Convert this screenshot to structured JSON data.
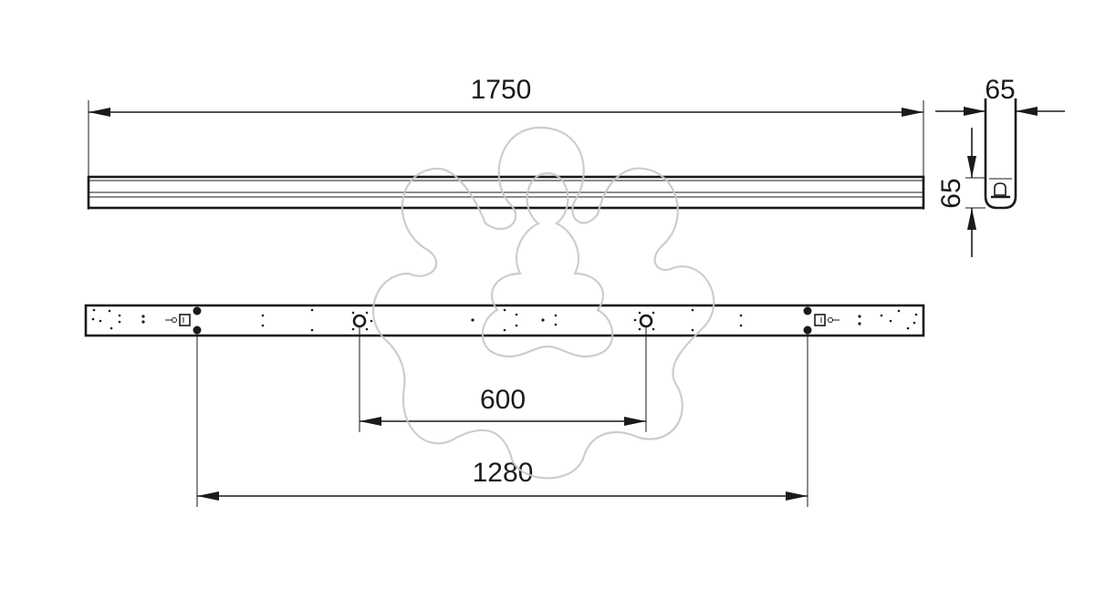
{
  "dimensions": {
    "overall_length": "1750",
    "profile_width": "65",
    "profile_height": "65",
    "inner_mount_spacing": "600",
    "outer_mount_spacing": "1280"
  },
  "colors": {
    "line": "#1a1a1a",
    "background": "#ffffff",
    "watermark": "#c8c8c8"
  },
  "icons": {
    "watermark": "flower-outline-watermark-icon"
  }
}
